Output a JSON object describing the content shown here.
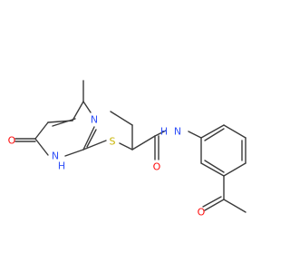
{
  "molecule": {
    "atoms": {
      "n3": "N",
      "n1h": "H",
      "n1": "N",
      "o_ring": "O",
      "s": "S",
      "o_amide": "O",
      "n_amide": "N",
      "h_amide": "H",
      "o_acetyl": "O"
    },
    "colors": {
      "N": "#3050F8",
      "O": "#FF0D0D",
      "S": "#C8B400",
      "bond": "#3a3a3a"
    }
  }
}
